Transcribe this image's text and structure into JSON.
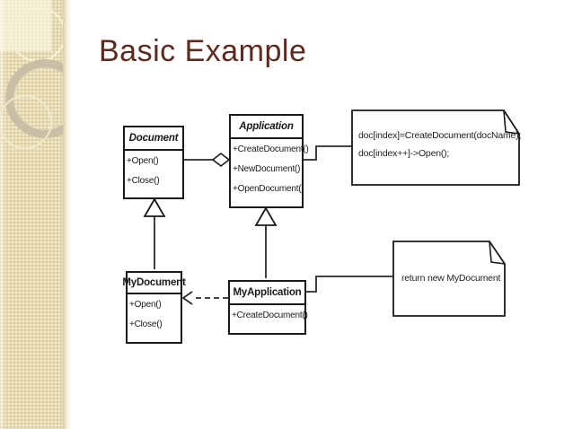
{
  "slide": {
    "title": "Basic Example"
  },
  "colors": {
    "title_text": "#5e2a1f",
    "sidebar_beige": "#e8dcb2",
    "diagram_line": "#2a2a2a",
    "box_fill": "#ffffff",
    "box_border": "#1a1a1a"
  },
  "diagram": {
    "classes": [
      {
        "name": "Document",
        "abstract": true,
        "methods": [
          "+Open()",
          "+Close()"
        ]
      },
      {
        "name": "Application",
        "abstract": true,
        "methods": [
          "+CreateDocument()",
          "+NewDocument()",
          "+OpenDocument()"
        ]
      },
      {
        "name": "MyDocument",
        "abstract": false,
        "methods": [
          "+Open()",
          "+Close()"
        ]
      },
      {
        "name": "MyApplication",
        "abstract": false,
        "methods": [
          "+CreateDocument()"
        ]
      }
    ],
    "notes": [
      {
        "lines": [
          "doc[index]=CreateDocument(docName);",
          "doc[index++]->Open();"
        ],
        "attached_to": "Application"
      },
      {
        "lines": [
          "return new MyDocument"
        ],
        "attached_to": "MyApplication"
      }
    ],
    "relationships": [
      {
        "type": "aggregation",
        "from": "Application",
        "to": "Document"
      },
      {
        "type": "generalization",
        "from": "MyDocument",
        "to": "Document"
      },
      {
        "type": "generalization",
        "from": "MyApplication",
        "to": "Application"
      },
      {
        "type": "dependency-dashed",
        "from": "MyApplication",
        "to": "MyDocument"
      }
    ]
  }
}
